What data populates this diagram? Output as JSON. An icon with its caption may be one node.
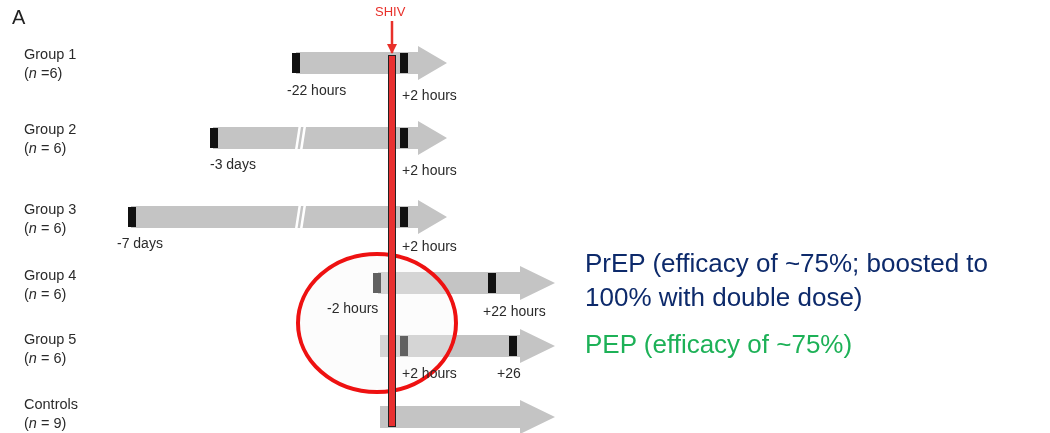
{
  "diagram": {
    "nodes": [
      {
        "text": [
          "SHIV"
        ]
      },
      {
        "text": [],
        "shape": "bar"
      }
    ],
    "edges": [
      {
        "from": 0,
        "to": 1,
        "arrow": "to",
        "color": "#e8302a"
      }
    ],
    "labels": [
      "A",
      "Group 1 (*n* =6)",
      "-22 hours",
      "+2 hours",
      "Group 2 (*n* = 6)",
      "-3 days",
      "+2 hours",
      "Group 3 (*n* = 6)",
      "-7 days",
      "+2 hours",
      "Group 4 (*n* = 6)",
      "-2 hours",
      "+22 hours",
      "Group 5 (*n* = 6)",
      "+2 hours",
      "+26",
      "Controls (*n* = 9)",
      "PrEP (efficacy of ~75%; boosted to 100% with double dose)",
      "PEP (efficacy of ~75%)"
    ]
  }
}
